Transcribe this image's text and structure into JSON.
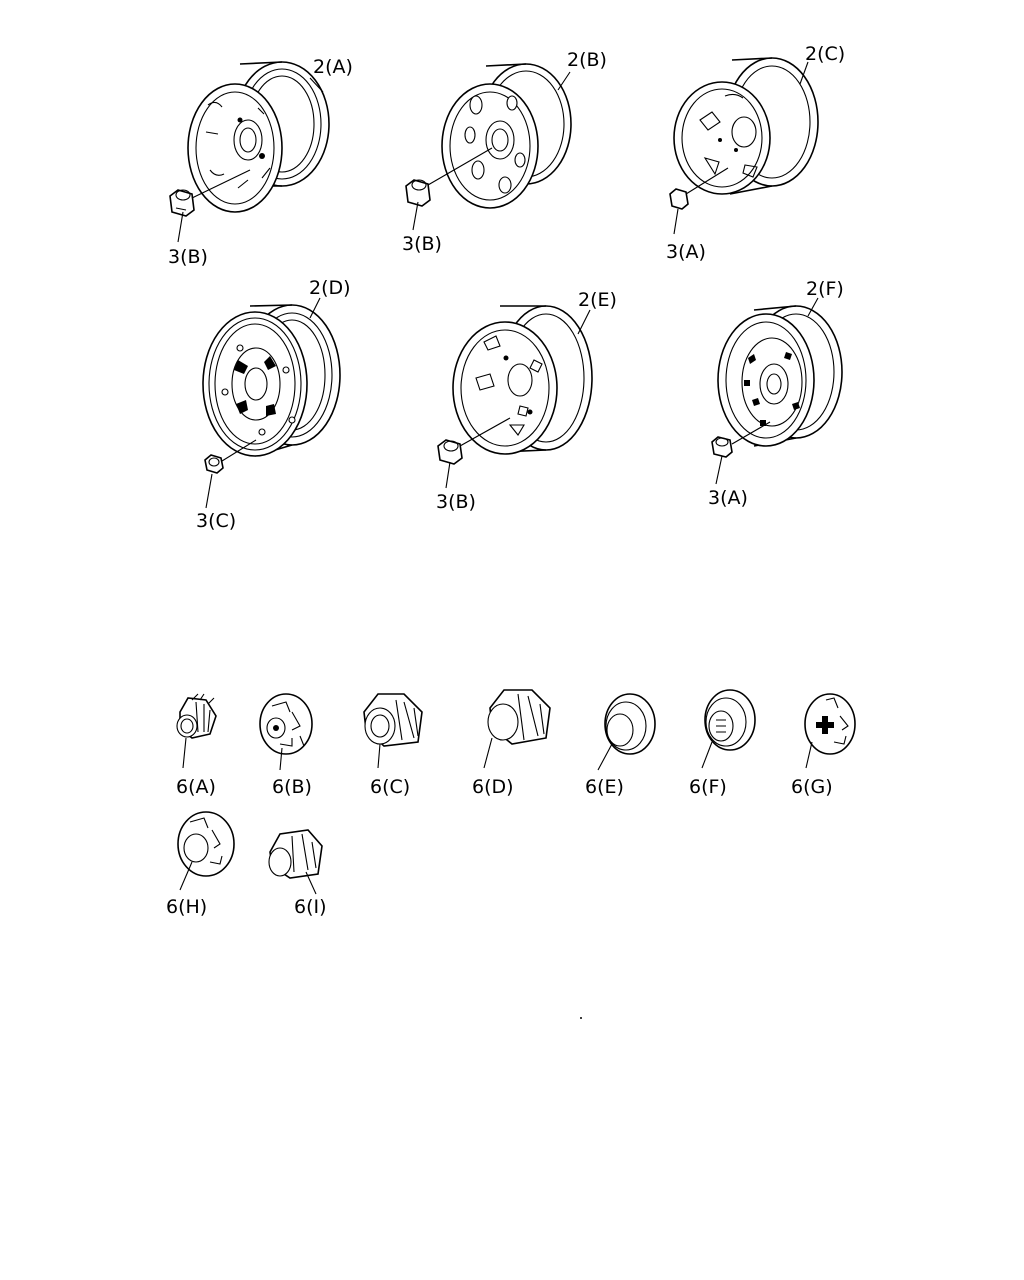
{
  "wheels": [
    {
      "callout": "2(A)",
      "nut_callout": "3(B)"
    },
    {
      "callout": "2(B)",
      "nut_callout": "3(B)"
    },
    {
      "callout": "2(C)",
      "nut_callout": "3(A)"
    },
    {
      "callout": "2(D)",
      "nut_callout": "3(C)"
    },
    {
      "callout": "2(E)",
      "nut_callout": "3(B)"
    },
    {
      "callout": "2(F)",
      "nut_callout": "3(A)"
    }
  ],
  "caps": [
    {
      "callout": "6(A)"
    },
    {
      "callout": "6(B)"
    },
    {
      "callout": "6(C)"
    },
    {
      "callout": "6(D)"
    },
    {
      "callout": "6(E)"
    },
    {
      "callout": "6(F)"
    },
    {
      "callout": "6(G)"
    },
    {
      "callout": "6(H)"
    },
    {
      "callout": "6(I)"
    }
  ]
}
